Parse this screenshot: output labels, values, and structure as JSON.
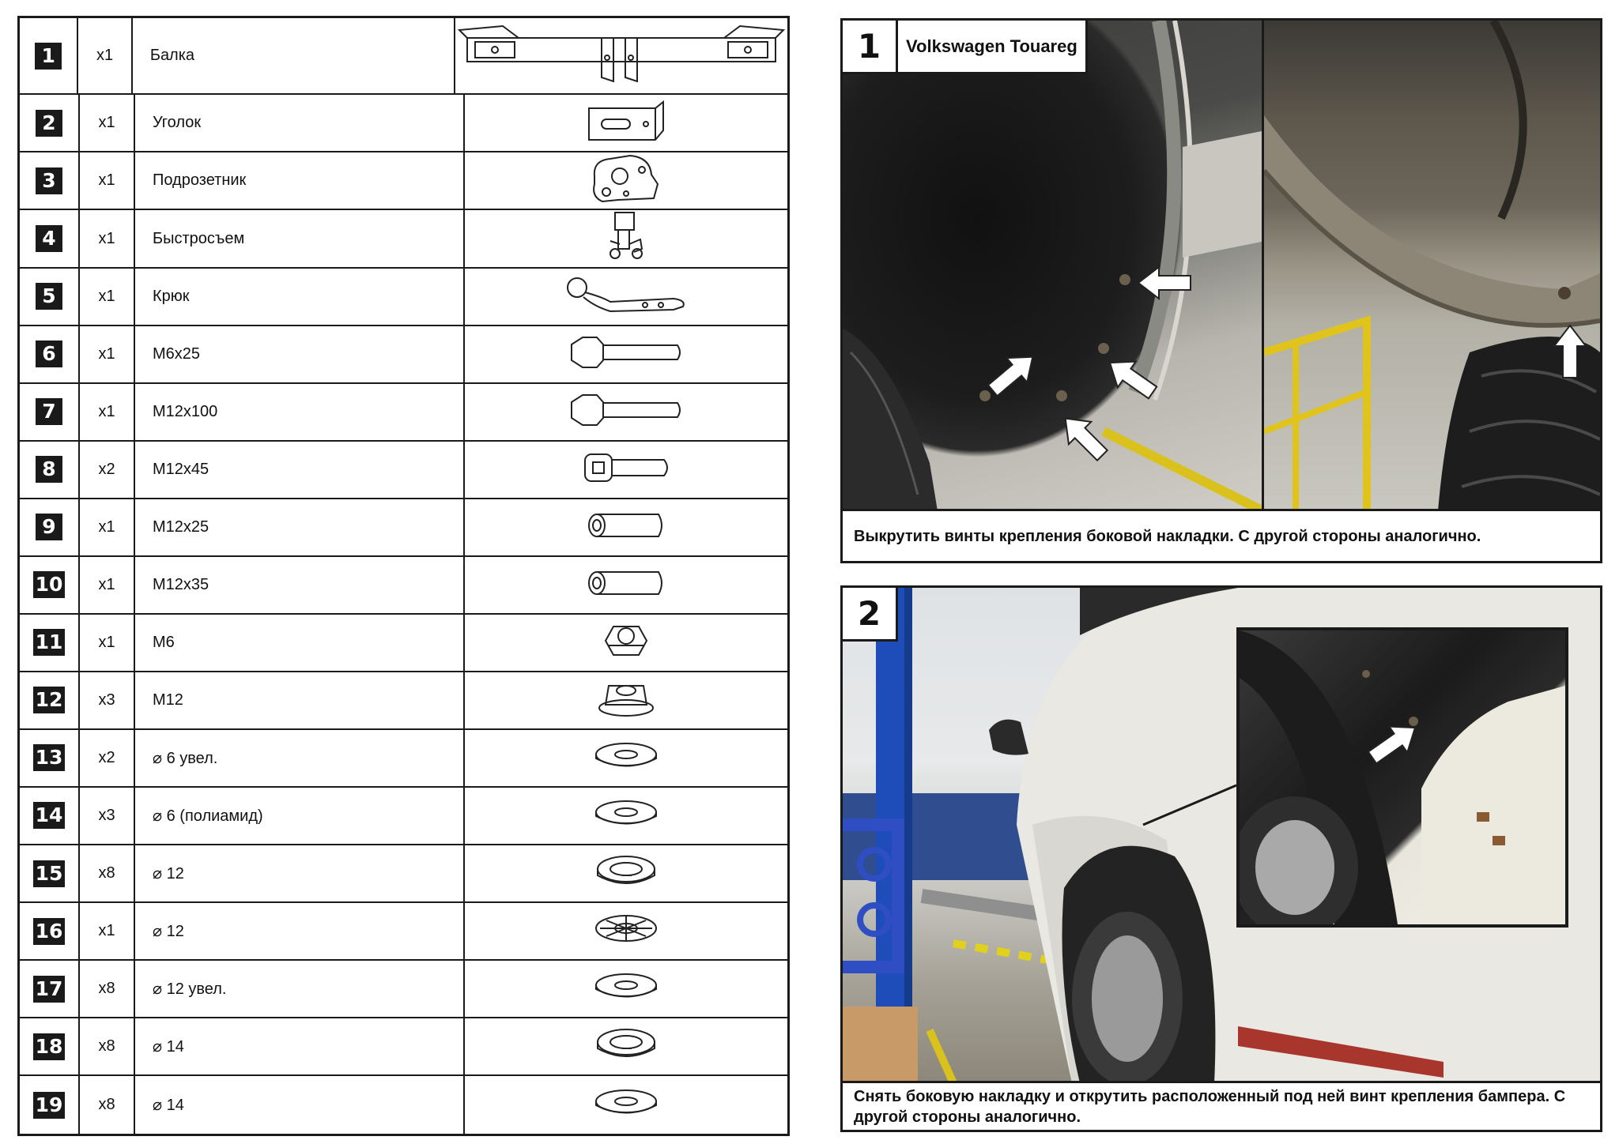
{
  "parts": [
    {
      "num": "1",
      "qty": "x1",
      "name": "Балка",
      "icon": "beam-icon"
    },
    {
      "num": "2",
      "qty": "x1",
      "name": "Уголок",
      "icon": "angle-bracket-icon"
    },
    {
      "num": "3",
      "qty": "x1",
      "name": "Подрозетник",
      "icon": "socket-plate-icon"
    },
    {
      "num": "4",
      "qty": "x1",
      "name": "Быстросъем",
      "icon": "quick-release-icon"
    },
    {
      "num": "5",
      "qty": "x1",
      "name": "Крюк",
      "icon": "tow-hook-icon"
    },
    {
      "num": "6",
      "qty": "x1",
      "name": "M6x25",
      "icon": "bolt-icon"
    },
    {
      "num": "7",
      "qty": "x1",
      "name": "M12x100",
      "icon": "bolt-icon"
    },
    {
      "num": "8",
      "qty": "x2",
      "name": "M12x45",
      "icon": "socket-cap-bolt-icon"
    },
    {
      "num": "9",
      "qty": "x1",
      "name": "M12x25",
      "icon": "sleeve-icon"
    },
    {
      "num": "10",
      "qty": "x1",
      "name": "M12x35",
      "icon": "sleeve-icon"
    },
    {
      "num": "11",
      "qty": "x1",
      "name": "M6",
      "icon": "nut-icon"
    },
    {
      "num": "12",
      "qty": "x3",
      "name": "M12",
      "icon": "flange-nut-icon"
    },
    {
      "num": "13",
      "qty": "x2",
      "name": "⌀ 6 увел.",
      "icon": "washer-icon"
    },
    {
      "num": "14",
      "qty": "x3",
      "name": "⌀ 6 (полиамид)",
      "icon": "washer-icon"
    },
    {
      "num": "15",
      "qty": "x8",
      "name": "⌀  12",
      "icon": "spring-washer-icon"
    },
    {
      "num": "16",
      "qty": "x1",
      "name": "⌀ 12",
      "icon": "serrated-washer-icon"
    },
    {
      "num": "17",
      "qty": "x8",
      "name": "⌀ 12 увел.",
      "icon": "washer-icon"
    },
    {
      "num": "18",
      "qty": "x8",
      "name": "⌀ 14",
      "icon": "spring-washer-icon"
    },
    {
      "num": "19",
      "qty": "x8",
      "name": "⌀ 14",
      "icon": "washer-icon"
    }
  ],
  "step1": {
    "num": "1",
    "title": "Volkswagen Touareg",
    "caption": "Выкрутить винты крепления  боковой накладки. С другой стороны аналогично."
  },
  "step2": {
    "num": "2",
    "caption": "Снять боковую накладку и открутить расположенный под ней винт крепления бампера. С другой стороны аналогично."
  }
}
